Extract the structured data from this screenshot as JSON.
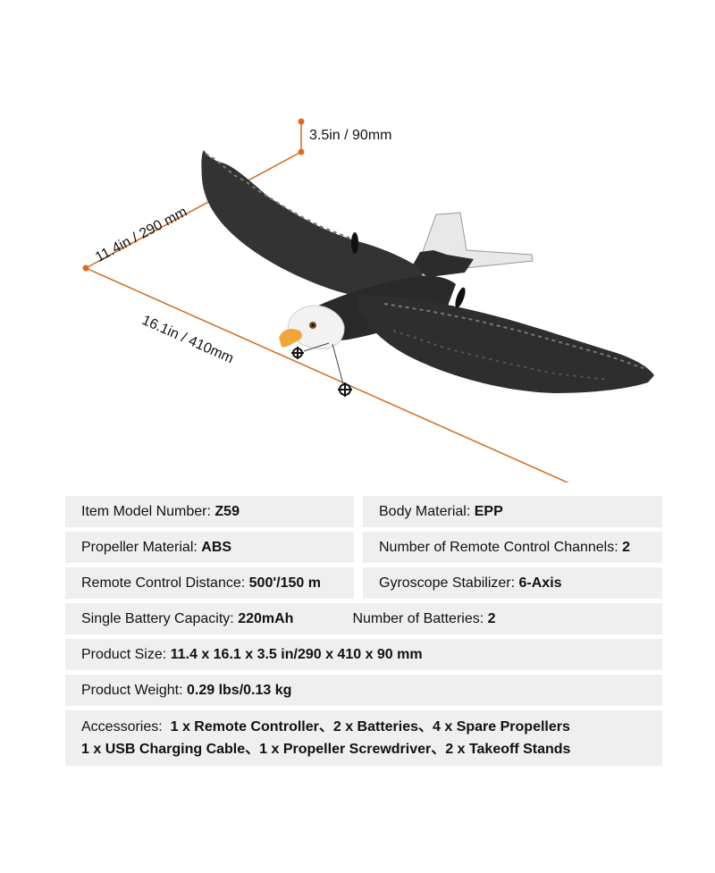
{
  "dimensions": {
    "height": "3.5in / 90mm",
    "width": "11.4in / 290 mm",
    "length": "16.1in / 410mm",
    "line_color": "#d2691e",
    "dot_color": "#e06a1f"
  },
  "product": {
    "image": "bald-eagle-rc-glider",
    "beak_color": "#f0a63a",
    "head_color": "#f2f2f2",
    "body_color": "#2a2a2a"
  },
  "specs": {
    "model": {
      "label": "Item Model Number: ",
      "value": "Z59"
    },
    "body_material": {
      "label": "Body Material: ",
      "value": "EPP"
    },
    "propeller_material": {
      "label": "Propeller Material: ",
      "value": "ABS"
    },
    "channels": {
      "label": "Number of Remote Control Channels: ",
      "value": "2"
    },
    "distance": {
      "label": "Remote Control Distance: ",
      "value": "500'/150 m"
    },
    "gyroscope": {
      "label": "Gyroscope Stabilizer: ",
      "value": "6-Axis"
    },
    "battery_capacity": {
      "label": "Single Battery Capacity: ",
      "value": "220mAh"
    },
    "battery_count": {
      "label": "Number of Batteries: ",
      "value": "2"
    },
    "size": {
      "label": "Product Size: ",
      "value": "11.4 x 16.1 x 3.5 in/290 x 410 x 90 mm"
    },
    "weight": {
      "label": "Product Weight: ",
      "value": "0.29 lbs/0.13 kg"
    },
    "accessories": {
      "label": "Accessories: ",
      "line1": "1 x Remote Controller、2 x Batteries、4 x Spare Propellers",
      "line2": "1 x USB Charging Cable、1 x Propeller Screwdriver、2 x Takeoff Stands"
    },
    "cell_bg": "#efefef"
  }
}
